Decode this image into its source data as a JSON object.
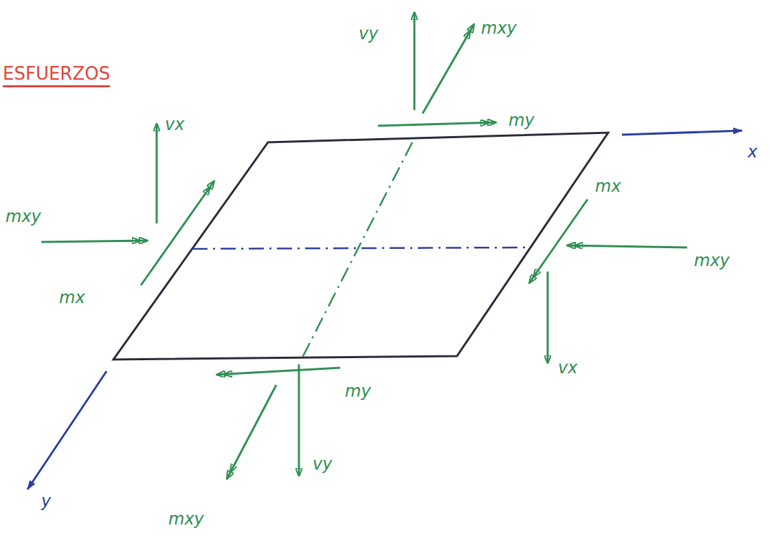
{
  "diagram": {
    "title": "ESFUERZOS",
    "labels": [
      "vy",
      "mxy",
      "my",
      "vx",
      "mxy",
      "mx",
      "mx",
      "mxy",
      "vx",
      "my",
      "vy",
      "mxy",
      "x",
      "y"
    ]
  }
}
